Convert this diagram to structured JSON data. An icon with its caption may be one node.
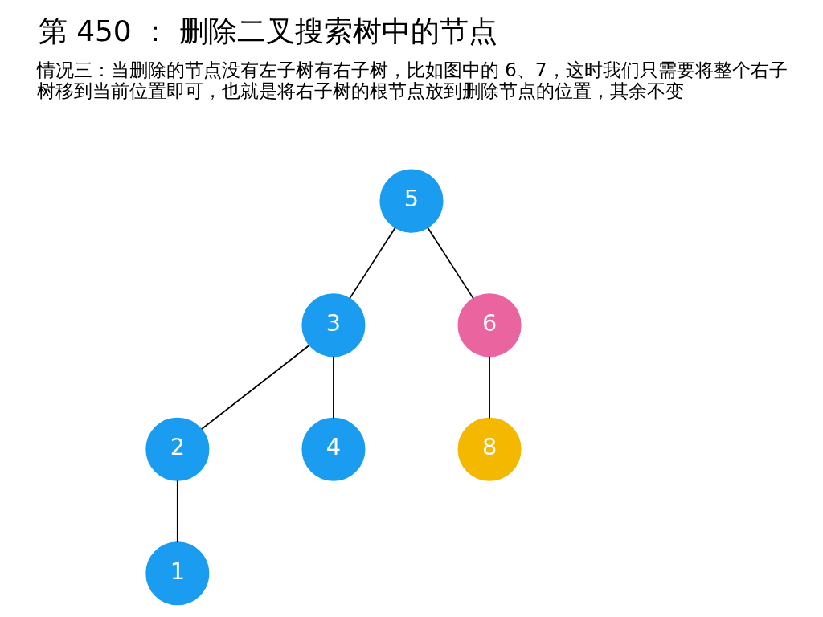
{
  "diagram": {
    "title": "第 450 ： 删除二叉搜索树中的节点",
    "nodes": [
      {
        "text": [
          "5"
        ]
      },
      {
        "text": [
          "3"
        ]
      },
      {
        "text": [
          "6"
        ]
      },
      {
        "text": [
          "2"
        ]
      },
      {
        "text": [
          "4"
        ]
      },
      {
        "text": [
          "8"
        ]
      },
      {
        "text": [
          "1"
        ]
      }
    ],
    "edges": [
      {
        "from": 0,
        "to": 1,
        "arrow": "none"
      },
      {
        "from": 0,
        "to": 2,
        "arrow": "none"
      },
      {
        "from": 1,
        "to": 3,
        "arrow": "none"
      },
      {
        "from": 1,
        "to": 4,
        "arrow": "none"
      },
      {
        "from": 2,
        "to": 5,
        "arrow": "none"
      },
      {
        "from": 3,
        "to": 6,
        "arrow": "none"
      }
    ],
    "labels": [
      "情况三：当删除的节点没有左子树有右子树，比如图中的 6、7，这时我们只需要将整个右子树移到当前位置即可，也就是将右子树的根节点放到删除节点的位置，其余不变"
    ]
  }
}
